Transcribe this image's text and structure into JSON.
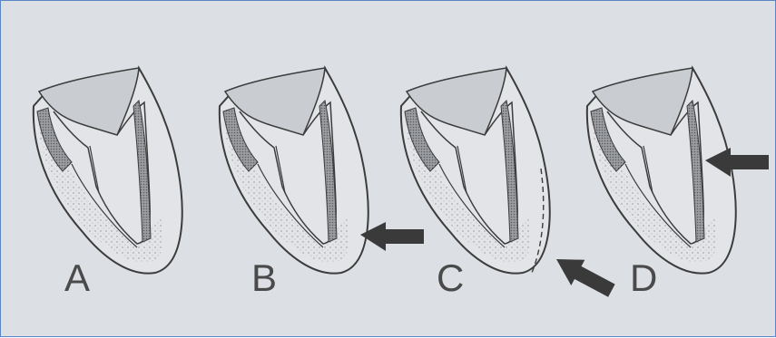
{
  "panels": [
    {
      "label": "A"
    },
    {
      "label": "B"
    },
    {
      "label": "C"
    },
    {
      "label": "D"
    }
  ],
  "colors": {
    "background": "#dcdfe4",
    "frame_border": "#5b86c6",
    "line": "#3c3c3c",
    "crown_fill": "#cfd2d7",
    "stipple": "#6b6b6b",
    "arrow": "#3a3a3a"
  },
  "icons": [
    "arrow-left-icon"
  ]
}
